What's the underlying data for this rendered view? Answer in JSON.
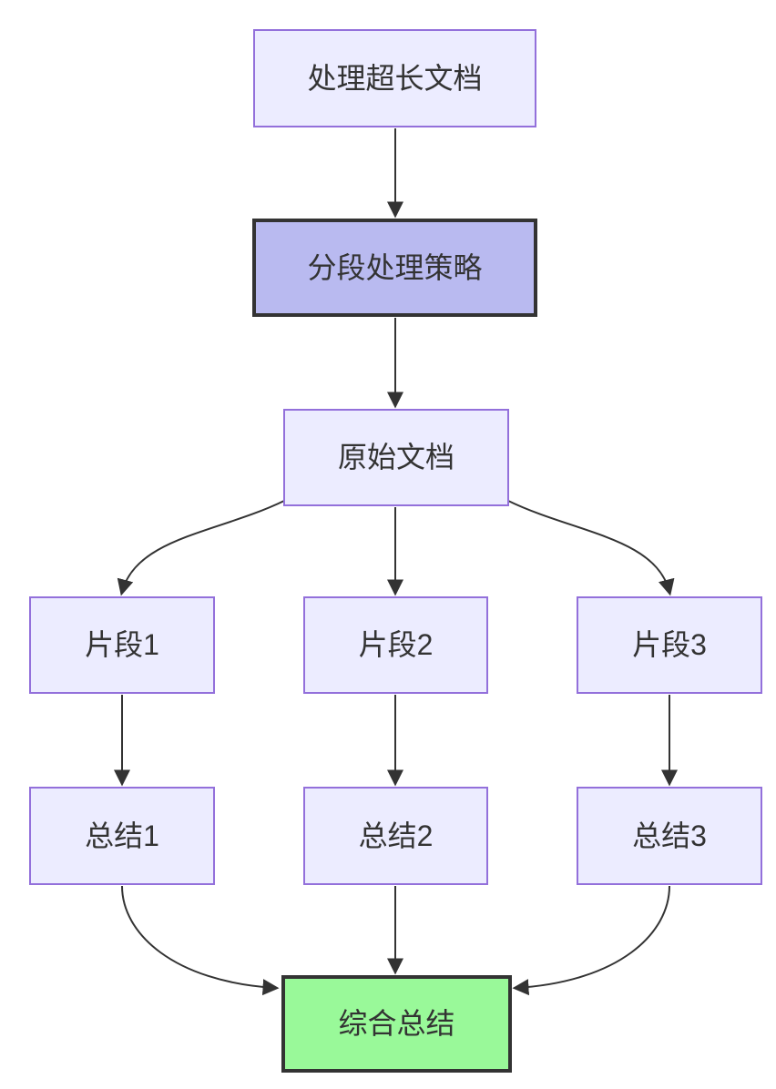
{
  "diagram": {
    "type": "flowchart",
    "direction": "top-down",
    "nodes": [
      {
        "id": "A",
        "label": "处理超长文档",
        "variant": "default"
      },
      {
        "id": "B",
        "label": "分段处理策略",
        "variant": "emphasis"
      },
      {
        "id": "C",
        "label": "原始文档",
        "variant": "default"
      },
      {
        "id": "D1",
        "label": "片段1",
        "variant": "default"
      },
      {
        "id": "D2",
        "label": "片段2",
        "variant": "default"
      },
      {
        "id": "D3",
        "label": "片段3",
        "variant": "default"
      },
      {
        "id": "E1",
        "label": "总结1",
        "variant": "default"
      },
      {
        "id": "E2",
        "label": "总结2",
        "variant": "default"
      },
      {
        "id": "E3",
        "label": "总结3",
        "variant": "default"
      },
      {
        "id": "F",
        "label": "综合总结",
        "variant": "success"
      }
    ],
    "edges": [
      {
        "from": "A",
        "to": "B"
      },
      {
        "from": "B",
        "to": "C"
      },
      {
        "from": "C",
        "to": "D1"
      },
      {
        "from": "C",
        "to": "D2"
      },
      {
        "from": "C",
        "to": "D3"
      },
      {
        "from": "D1",
        "to": "E1"
      },
      {
        "from": "D2",
        "to": "E2"
      },
      {
        "from": "D3",
        "to": "E3"
      },
      {
        "from": "E1",
        "to": "F"
      },
      {
        "from": "E2",
        "to": "F"
      },
      {
        "from": "E3",
        "to": "F"
      }
    ],
    "colors": {
      "node_default_fill": "#ECECFF",
      "node_default_border": "#9370DB",
      "node_emphasis_fill": "#B9BAF0",
      "node_emphasis_border": "#333333",
      "node_success_fill": "#99F999",
      "node_success_border": "#333333",
      "edge": "#333333",
      "text": "#333333",
      "background": "#FFFFFF"
    }
  }
}
